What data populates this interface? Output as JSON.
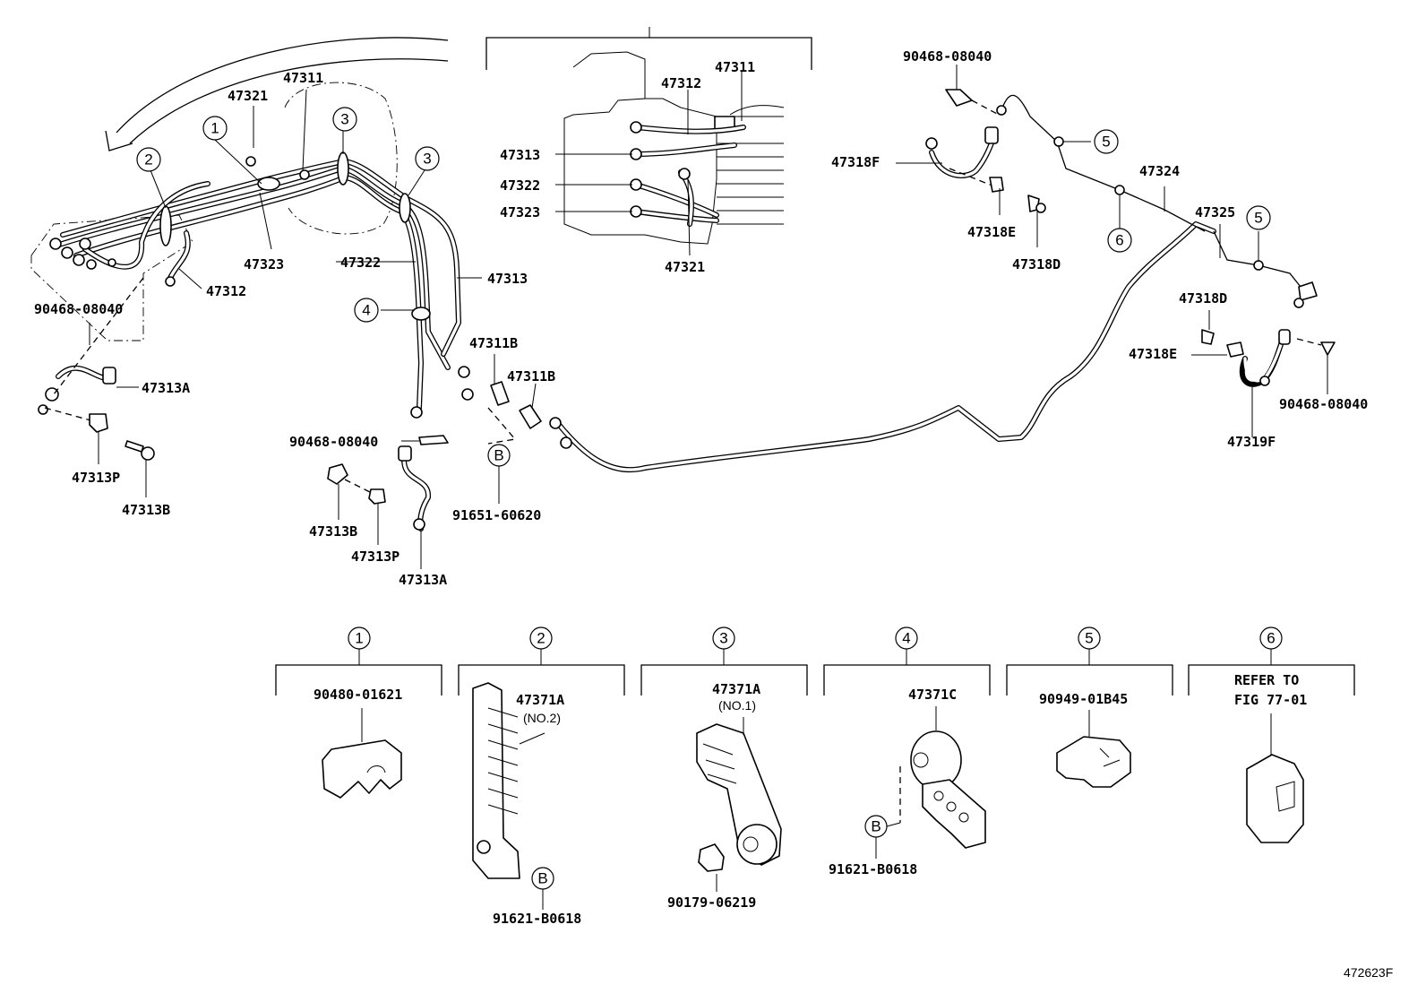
{
  "labels": {
    "p47311_top": "47311",
    "p47321_left": "47321",
    "p47323": "47323",
    "p47312_left": "47312",
    "p90468_left": "90468-08040",
    "p47313A_left": "47313A",
    "p47313P_left": "47313P",
    "p47313B_left": "47313B",
    "p47322": "47322",
    "p47313": "47313",
    "p47311B_a": "47311B",
    "p47311B_b": "47311B",
    "p90468_mid": "90468-08040",
    "p91651": "91651-60620",
    "p47313B_mid": "47313B",
    "p47313P_mid": "47313P",
    "p47313A_mid": "47313A",
    "inset_47311": "47311",
    "inset_47312": "47312",
    "inset_47313": "47313",
    "inset_47322": "47322",
    "inset_47323": "47323",
    "inset_47321": "47321",
    "p90468_rt": "90468-08040",
    "p47318F": "47318F",
    "p47318E_top": "47318E",
    "p47318D_top": "47318D",
    "p47324": "47324",
    "p47325": "47325",
    "p47318D_rt": "47318D",
    "p47318E_rt": "47318E",
    "p90468_rb": "90468-08040",
    "p47319F": "47319F"
  },
  "callouts": {
    "c1": "1",
    "c2": "2",
    "c3a": "3",
    "c3b": "3",
    "c4": "4",
    "c5a": "5",
    "c5b": "5",
    "c6": "6",
    "cB1": "B",
    "k1": "1",
    "k2": "2",
    "k3": "3",
    "k4": "4",
    "k5": "5",
    "k6": "6",
    "kB2": "B",
    "kB4": "B"
  },
  "detail_boxes": {
    "box1": {
      "part": "90480-01621"
    },
    "box2": {
      "part": "47371A",
      "note": "(NO.2)",
      "bolt": "91621-B0618"
    },
    "box3": {
      "part": "47371A",
      "note": "(NO.1)",
      "bolt": "90179-06219"
    },
    "box4": {
      "part": "47371C",
      "bolt": "91621-B0618"
    },
    "box5": {
      "part": "90949-01B45"
    },
    "box6": {
      "refer_line1": "REFER TO",
      "refer_line2": "FIG 77-01"
    }
  },
  "figure_id": "472623F"
}
